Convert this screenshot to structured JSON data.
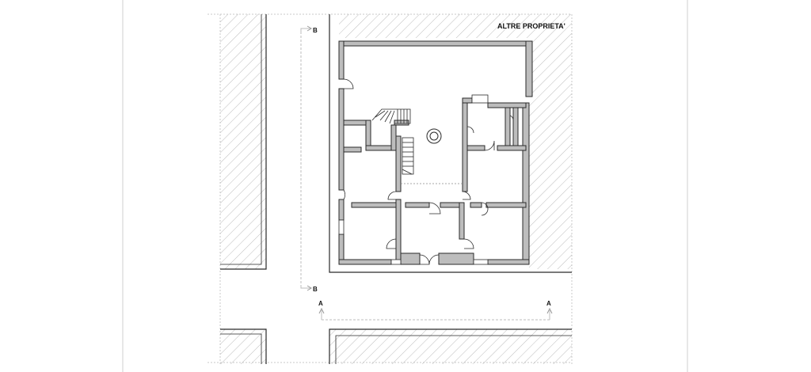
{
  "labels": {
    "other_properties": "ALTRE PROPRIETA'",
    "section_b_top": "B",
    "section_b_bottom": "B",
    "section_a_left": "A",
    "section_a_right": "A"
  },
  "colors": {
    "wall_fill": "#bdbdbd",
    "line": "#2a2a2a",
    "hatch": "#b8b8b8",
    "guide": "#c8c8c8"
  }
}
